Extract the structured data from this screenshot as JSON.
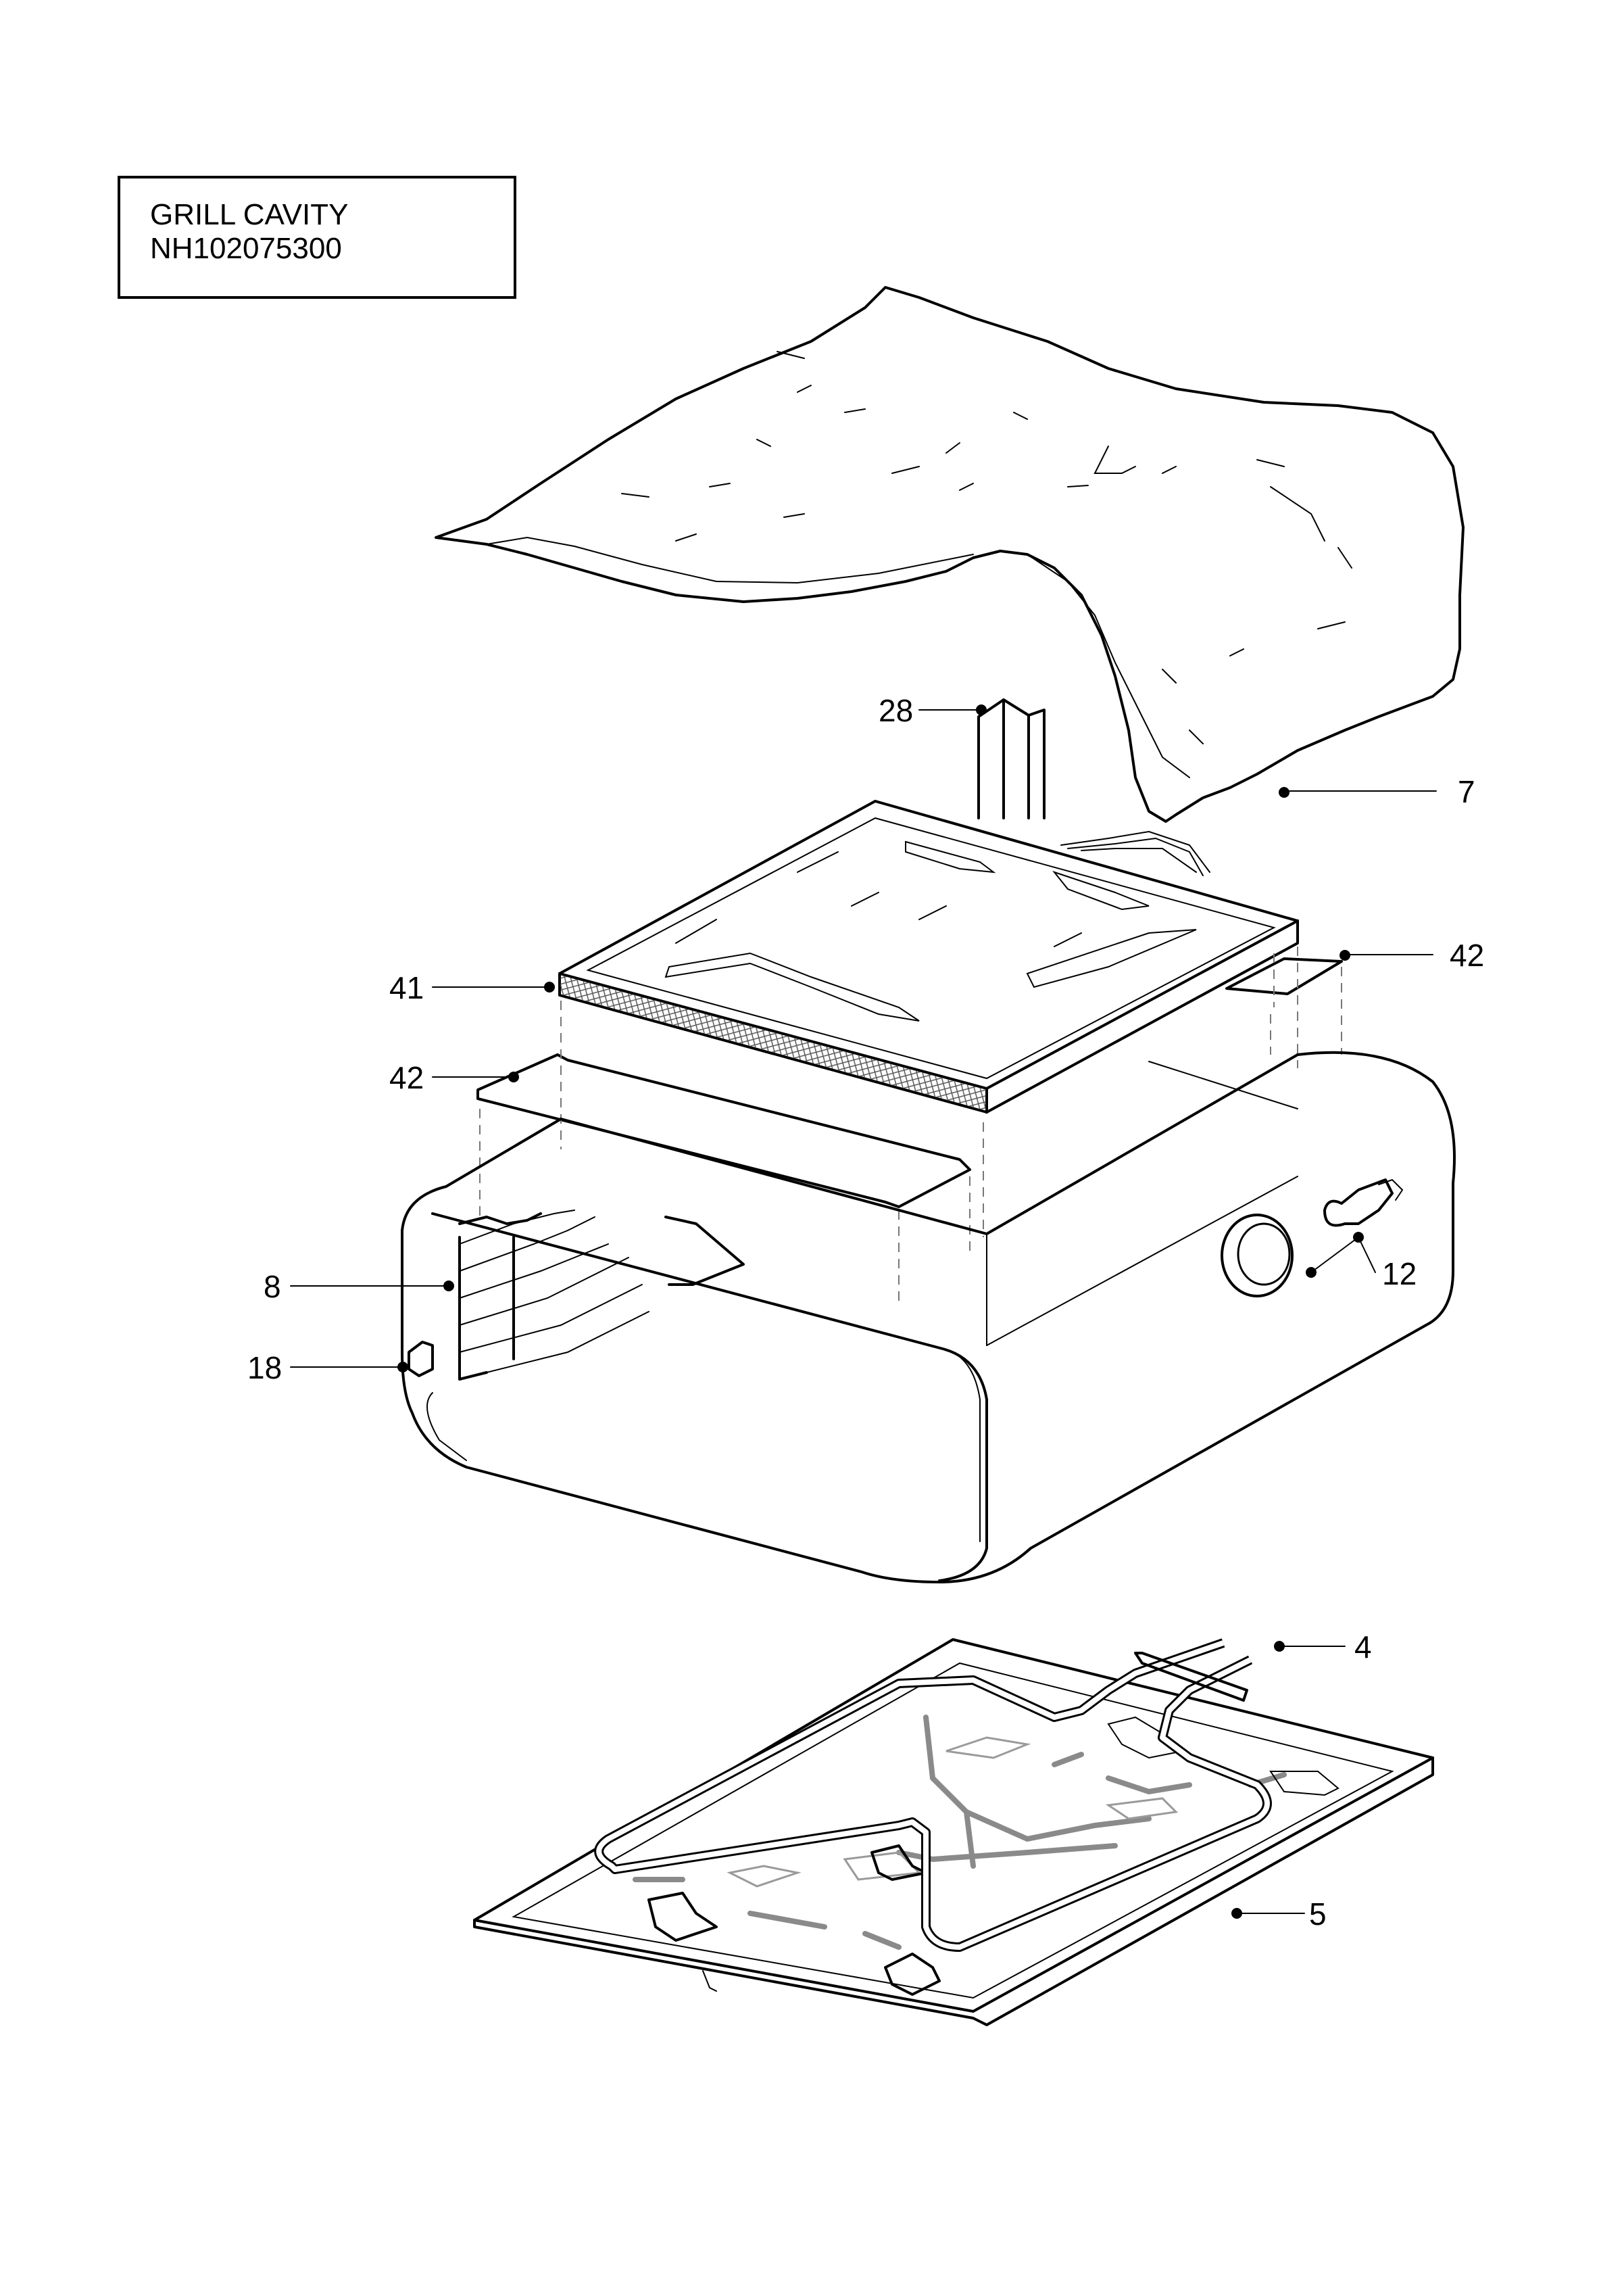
{
  "title_box": {
    "line1": "GRILL CAVITY",
    "line2": "NH102075300"
  },
  "callouts": [
    {
      "id": "28",
      "text": "28"
    },
    {
      "id": "7",
      "text": "7"
    },
    {
      "id": "42a",
      "text": "42"
    },
    {
      "id": "41",
      "text": "41"
    },
    {
      "id": "42b",
      "text": "42"
    },
    {
      "id": "12",
      "text": "12"
    },
    {
      "id": "8",
      "text": "8"
    },
    {
      "id": "18",
      "text": "18"
    },
    {
      "id": "4",
      "text": "4"
    },
    {
      "id": "5",
      "text": "5"
    }
  ]
}
